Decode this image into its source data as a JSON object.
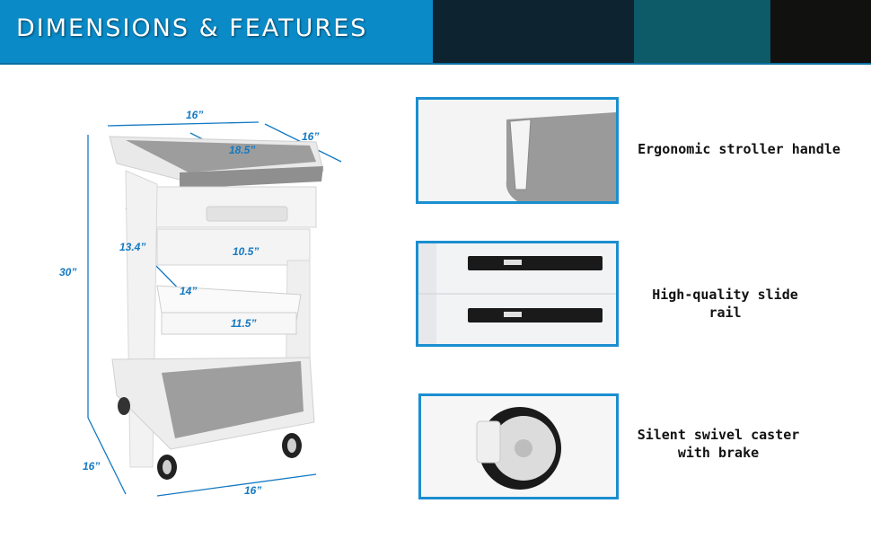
{
  "header": {
    "title": "DIMENSIONS & FEATURES"
  },
  "colors": {
    "accent": "#0a8ac7",
    "panel_border": "#1b8ed0",
    "dimension_text": "#1479c2",
    "cart_gray": "#9a9a9a"
  },
  "dimensions": {
    "top_width": "16”",
    "top_depth": "16”",
    "tray_diagonal": "18.5”",
    "height": "30”",
    "drawer_depth": "13.4”",
    "drawer_width": "10.5”",
    "shelf_depth": "14”",
    "shelf_width": "11.5”",
    "base_depth": "16”",
    "base_width": "16”"
  },
  "features": [
    {
      "icon": "handle-photo",
      "label_lines": [
        "Ergonomic stroller handle"
      ]
    },
    {
      "icon": "slide-rail-photo",
      "label_lines": [
        "High-quality slide rail"
      ]
    },
    {
      "icon": "caster-photo",
      "label_lines": [
        "Silent swivel caster",
        "with brake"
      ]
    }
  ]
}
